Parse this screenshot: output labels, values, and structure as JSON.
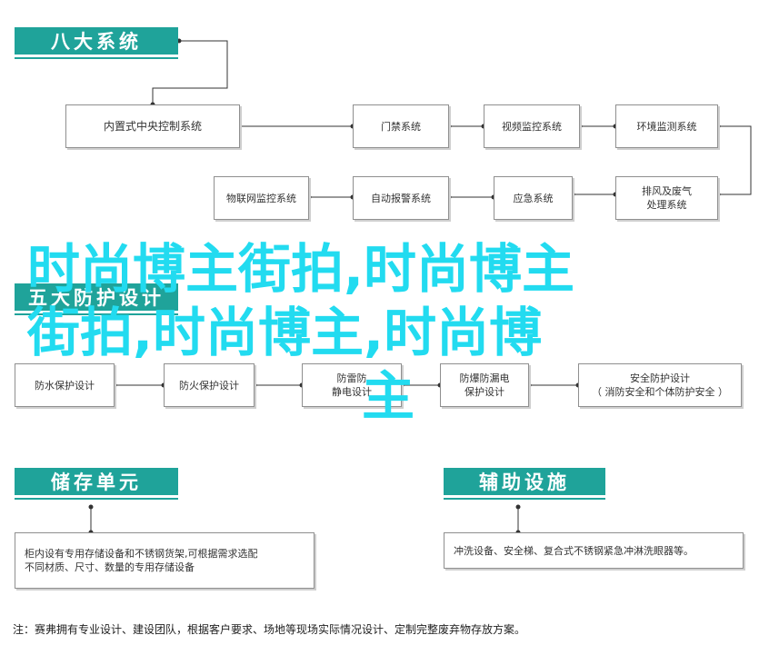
{
  "sections": {
    "eight_systems": "八大系统",
    "five_protection": "五大防护设计",
    "storage": "储存单元",
    "auxiliary": "辅助设施"
  },
  "systems": {
    "central": "内置式中央控制系统",
    "access": "门禁系统",
    "video": "视频监控系统",
    "env": "环境监测系统",
    "iot": "物联网监控系统",
    "alarm": "自动报警系统",
    "emergency": "应急系统",
    "exhaust_1": "排风及废气",
    "exhaust_2": "处理系统"
  },
  "protection": {
    "water": "防水保护设计",
    "fire": "防火保护设计",
    "static_1": "防雷防",
    "static_2": "静电设计",
    "leak_1": "防爆防漏电",
    "leak_2": "保护设计",
    "safety_1": "安全防护设计",
    "safety_2": "（ 消防安全和个体防护安全 ）"
  },
  "storage_text_1": "柜内设有专用存储设备和不锈钢货架,可根据需求选配",
  "storage_text_2": "不同材质、尺寸、数量的专用存储设备",
  "auxiliary_text": "冲洗设备、安全梯、复合式不锈钢紧急冲淋洗眼器等。",
  "note": "注：赛弗拥有专业设计、建设团队，根据客户要求、场地等现场实际情况设计、定制完整废弃物存放方案。",
  "overlay": {
    "line1": "时尚博主街拍,时尚博主",
    "line2": "街拍,时尚博主,时尚博",
    "line3": "主"
  },
  "colors": {
    "accent": "#1fa39a",
    "overlay": "#22dbf0"
  }
}
